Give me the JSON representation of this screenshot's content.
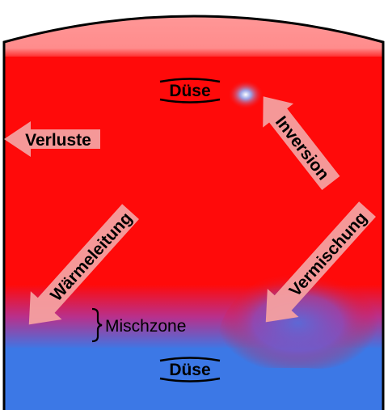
{
  "diagram": {
    "labels": {
      "losses": "Verluste",
      "inversion": "Inversion",
      "conduction": "Wärmeleitung",
      "mixing": "Vermischung",
      "mixing_zone": "Mischzone",
      "nozzle_top": "Düse",
      "nozzle_bottom": "Düse"
    },
    "colors": {
      "hot": "#ff0a0a",
      "cold": "#3c78e6",
      "dome": "#ff9a9a",
      "arrow": "#f4a0a0",
      "outline": "#000000"
    }
  }
}
